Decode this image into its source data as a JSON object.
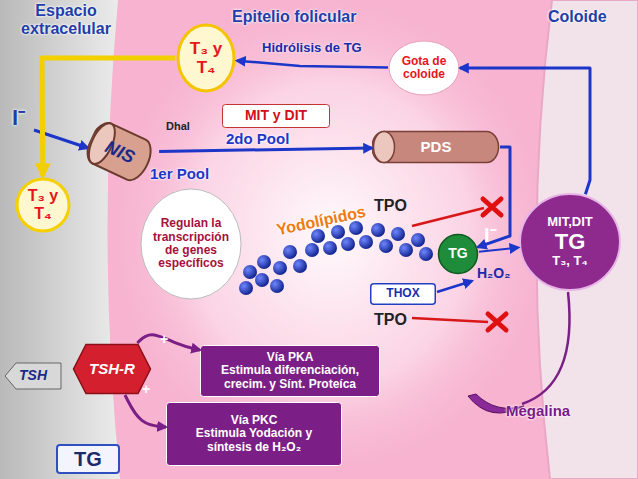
{
  "diagram": {
    "nodes": [
      {
        "text": [
          "T₃ y T₄"
        ]
      },
      {
        "text": [
          "Gota de coloide"
        ]
      },
      {
        "text": [
          "NIS"
        ]
      },
      {
        "text": [
          "MIT y DIT"
        ]
      },
      {
        "text": [
          "PDS"
        ]
      },
      {
        "text": [
          "T₃ y T₄"
        ]
      },
      {
        "text": [
          "Regulan la transcripción de genes específicos"
        ]
      },
      {
        "text": [
          "TG"
        ]
      },
      {
        "text": [
          "THOX"
        ]
      },
      {
        "text": [
          "MIT,DIT",
          "TG",
          "T₃, T₄"
        ]
      },
      {
        "text": [
          "TSH"
        ]
      },
      {
        "text": [
          "TSH-R"
        ]
      },
      {
        "text": [
          "Vía PKA",
          "Estimula diferenciación, crecim. y Sínt. Proteíca"
        ]
      },
      {
        "text": [
          "Vía PKC",
          "Estimula Yodación y síntesis de H₂O₂"
        ]
      },
      {
        "text": [
          "TG"
        ]
      }
    ],
    "edges": [
      {
        "from": 1,
        "to": 0,
        "arrow": "to",
        "label": "Hidrólisis de TG"
      },
      {
        "from": 0,
        "to": 5,
        "arrow": "to"
      },
      {
        "from": 2,
        "to": 4,
        "arrow": "to"
      },
      {
        "from": 4,
        "to": 7,
        "arrow": "to"
      },
      {
        "from": 9,
        "to": 1,
        "arrow": "to"
      },
      {
        "from": 7,
        "to": 9,
        "arrow": "to"
      },
      {
        "from": 11,
        "to": 12,
        "arrow": "to"
      },
      {
        "from": 11,
        "to": 13,
        "arrow": "to"
      }
    ],
    "labels": [
      "Espacio extracelular",
      "Epitelio folicular",
      "Coloide",
      "I⁻",
      "Dhal",
      "2do Pool",
      "1er Pool",
      "Yodolípidos",
      "TPO",
      "I⁻",
      "H₂O₂",
      "TPO",
      "+",
      "+",
      "Megalina"
    ]
  }
}
